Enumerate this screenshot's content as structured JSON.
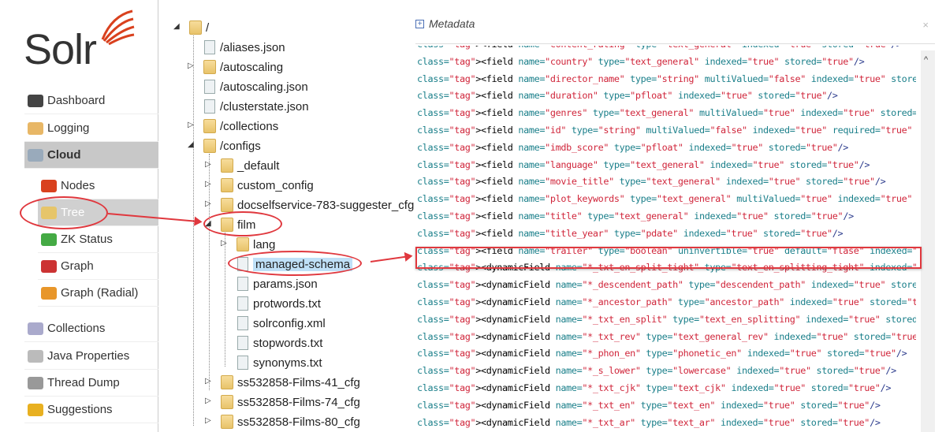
{
  "logo": {
    "text": "Solr",
    "accent": "#d9411e"
  },
  "sidebar": {
    "items": [
      {
        "label": "Dashboard",
        "icon": "dashboard-icon"
      },
      {
        "label": "Logging",
        "icon": "logging-icon"
      },
      {
        "label": "Cloud",
        "icon": "cloud-icon",
        "selected": true
      },
      {
        "label": "Nodes",
        "icon": "nodes-icon"
      },
      {
        "label": "Tree",
        "icon": "tree-icon",
        "selected": true
      },
      {
        "label": "ZK Status",
        "icon": "zk-status-icon"
      },
      {
        "label": "Graph",
        "icon": "graph-icon"
      },
      {
        "label": "Graph (Radial)",
        "icon": "graph-radial-icon"
      },
      {
        "label": "Collections",
        "icon": "collections-icon"
      },
      {
        "label": "Java Properties",
        "icon": "java-properties-icon"
      },
      {
        "label": "Thread Dump",
        "icon": "thread-dump-icon"
      },
      {
        "label": "Suggestions",
        "icon": "suggestions-icon"
      }
    ]
  },
  "tree": {
    "nodes": [
      {
        "label": "/",
        "type": "folder",
        "level": 0,
        "open": true
      },
      {
        "label": "/aliases.json",
        "type": "file",
        "level": 1
      },
      {
        "label": "/autoscaling",
        "type": "folder",
        "level": 1
      },
      {
        "label": "/autoscaling.json",
        "type": "file",
        "level": 1
      },
      {
        "label": "/clusterstate.json",
        "type": "file",
        "level": 1
      },
      {
        "label": "/collections",
        "type": "folder",
        "level": 1
      },
      {
        "label": "/configs",
        "type": "folder",
        "level": 1,
        "open": true
      },
      {
        "label": "_default",
        "type": "folder",
        "level": 2
      },
      {
        "label": "custom_config",
        "type": "folder",
        "level": 2
      },
      {
        "label": "docselfservice-783-suggester_cfg",
        "type": "folder",
        "level": 2
      },
      {
        "label": "film",
        "type": "folder",
        "level": 2,
        "open": true
      },
      {
        "label": "lang",
        "type": "folder",
        "level": 3
      },
      {
        "label": "managed-schema",
        "type": "file",
        "level": 3,
        "selected": true
      },
      {
        "label": "params.json",
        "type": "file",
        "level": 3
      },
      {
        "label": "protwords.txt",
        "type": "file",
        "level": 3
      },
      {
        "label": "solrconfig.xml",
        "type": "file",
        "level": 3
      },
      {
        "label": "stopwords.txt",
        "type": "file",
        "level": 3
      },
      {
        "label": "synonyms.txt",
        "type": "file",
        "level": 3
      },
      {
        "label": "ss532858-Films-41_cfg",
        "type": "folder",
        "level": 2
      },
      {
        "label": "ss532858-Films-74_cfg",
        "type": "folder",
        "level": 2
      },
      {
        "label": "ss532858-Films-80_cfg",
        "type": "folder",
        "level": 2
      }
    ]
  },
  "metadata": {
    "title": "Metadata",
    "close": "×",
    "lines": [
      "<field name=\"content_rating\" type=\"text_general\" indexed=\"true\" stored=\"true\"/>",
      "<field name=\"country\" type=\"text_general\" indexed=\"true\" stored=\"true\"/>",
      "<field name=\"director_name\" type=\"string\" multiValued=\"false\" indexed=\"true\" stored=\"t",
      "<field name=\"duration\" type=\"pfloat\" indexed=\"true\" stored=\"true\"/>",
      "<field name=\"genres\" type=\"text_general\" multiValued=\"true\" indexed=\"true\" stored=\"tru",
      "<field name=\"id\" type=\"string\" multiValued=\"false\" indexed=\"true\" required=\"true\" stor",
      "<field name=\"imdb_score\" type=\"pfloat\" indexed=\"true\" stored=\"true\"/>",
      "<field name=\"language\" type=\"text_general\" indexed=\"true\" stored=\"true\"/>",
      "<field name=\"movie_title\" type=\"text_general\" indexed=\"true\" stored=\"true\"/>",
      "<field name=\"plot_keywords\" type=\"text_general\" multiValued=\"true\" indexed=\"true\" stor",
      "<field name=\"title\" type=\"text_general\" indexed=\"true\" stored=\"true\"/>",
      "<field name=\"title_year\" type=\"pdate\" indexed=\"true\" stored=\"true\"/>",
      "<field name=\"trailer\" type=\"boolean\" uninvertible=\"true\" default=\"flase\" indexed=\"true",
      "<dynamicField name=\"*_txt_en_split_tight\" type=\"text_en_splitting_tight\" indexed=\"true",
      "<dynamicField name=\"*_descendent_path\" type=\"descendent_path\" indexed=\"true\" stored=\"t",
      "<dynamicField name=\"*_ancestor_path\" type=\"ancestor_path\" indexed=\"true\" stored=\"true\"",
      "<dynamicField name=\"*_txt_en_split\" type=\"text_en_splitting\" indexed=\"true\" stored=\"tr",
      "<dynamicField name=\"*_txt_rev\" type=\"text_general_rev\" indexed=\"true\" stored=\"true\"/>",
      "<dynamicField name=\"*_phon_en\" type=\"phonetic_en\" indexed=\"true\" stored=\"true\"/>",
      "<dynamicField name=\"*_s_lower\" type=\"lowercase\" indexed=\"true\" stored=\"true\"/>",
      "<dynamicField name=\"*_txt_cjk\" type=\"text_cjk\" indexed=\"true\" stored=\"true\"/>",
      "<dynamicField name=\"*_txt_en\" type=\"text_en\" indexed=\"true\" stored=\"true\"/>",
      "<dynamicField name=\"*_txt_ar\" type=\"text_ar\" indexed=\"true\" stored=\"true\"/>"
    ],
    "highlighted_line": 12
  },
  "colors": {
    "tag": "#2a3a8c",
    "attr_name": "#1a7f8a",
    "attr_value": "#d0263b",
    "annotation": "#e0383e"
  }
}
